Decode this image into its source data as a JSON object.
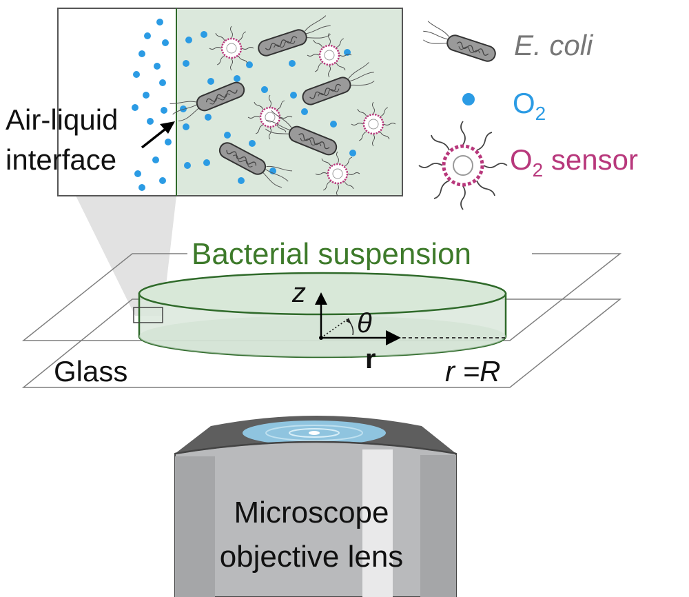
{
  "legend": {
    "ecoli": "E. coli",
    "o2_base": "O",
    "o2_sub": "2",
    "sensor_base": "O",
    "sensor_sub": "2",
    "sensor_rest": " sensor"
  },
  "inset": {
    "interface_line1": "Air-liquid",
    "interface_line2": "interface"
  },
  "setup": {
    "suspension_label": "Bacterial suspension",
    "z_axis": "z",
    "theta": "θ",
    "r_axis": "r",
    "boundary": "r =R",
    "glass_label": "Glass"
  },
  "objective": {
    "line1": "Microscope",
    "line2": "objective lens"
  },
  "colors": {
    "liquid_fill": "#dbe8dc",
    "dish_outline": "#2f6a2a",
    "suspension_text": "#3d7a2a",
    "oxygen_dot": "#2b9be4",
    "sensor_ring": "#b8387c",
    "legend_gray": "#777777",
    "lens_body": "#b9babc",
    "lens_glass": "#8fc4df"
  }
}
